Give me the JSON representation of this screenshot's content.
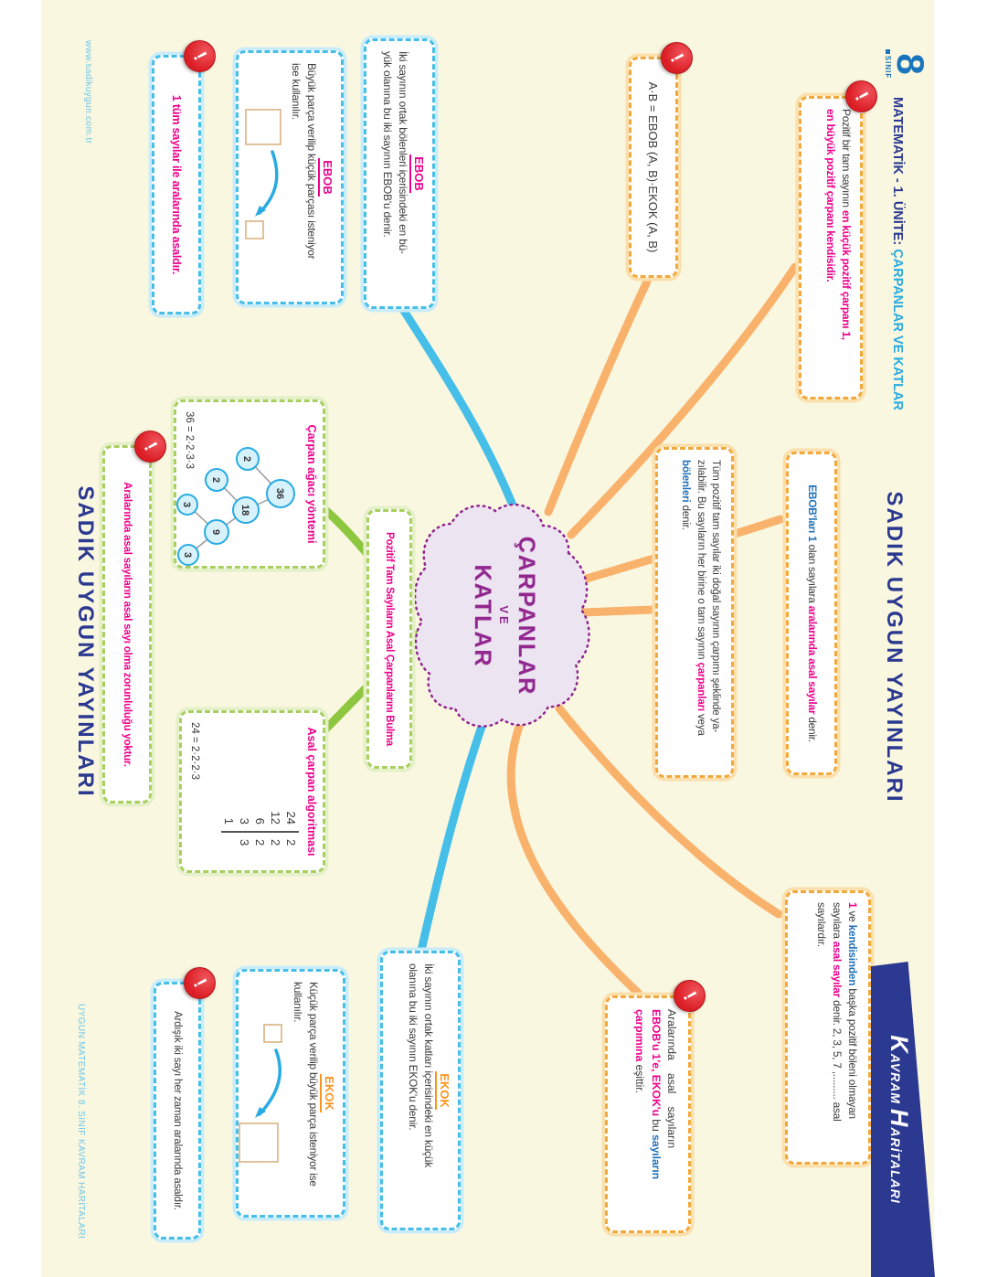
{
  "header": {
    "grade": "8",
    "grade_label": "SINIF",
    "course_unit": "MATEMATİK - 1. ÜNİTE: ",
    "unit_title": "ÇARPANLAR VE KATLAR"
  },
  "branding": {
    "publisher": "SADIK UYGUN YAYINLARI",
    "website": "www.sadikuygun.com.tr",
    "footer_credit": "UYGUN MATEMATİK 8. SINIF KAVRAM HARİTALARI",
    "ribbon_k": "K",
    "ribbon_avram": "AVRAM ",
    "ribbon_h": "H",
    "ribbon_aritalari": "ARİTALARI"
  },
  "center_topic": {
    "line1": "ÇARPANLAR",
    "line2": "VE",
    "line3": "KATLAR"
  },
  "boxes": {
    "carpan_kural": {
      "lines": [
        [
          [
            "k",
            "Pozitif bir tam sayının "
          ],
          [
            "m",
            "en küçük pozitif çarpanı 1,"
          ]
        ],
        [
          [
            "m",
            "en büyük pozitif çarpanı kendisidir."
          ]
        ]
      ]
    },
    "ebob_ekok_formul": {
      "text": "A·B = EBOB (A, B)·EKOK (A, B)"
    },
    "aralarinda_asal_tanim": {
      "lines": [
        [
          [
            "b",
            "EBOB'ları 1 "
          ],
          [
            "k",
            "olan sayılara "
          ],
          [
            "m",
            "aralarında asal sayılar "
          ],
          [
            "k",
            "denir."
          ]
        ]
      ]
    },
    "carpan_bolen_tanim": {
      "lines": [
        [
          [
            "k",
            "Tüm pozitif tam sayılar iki doğal sayının çarpımı şeklinde ya-"
          ]
        ],
        [
          [
            "k",
            "zılabilir. Bu sayıların her birine o tam sayının "
          ],
          [
            "m",
            "çarpanları "
          ],
          [
            "k",
            "veya"
          ]
        ],
        [
          [
            "b",
            "bölenleri "
          ],
          [
            "k",
            "denir."
          ]
        ]
      ]
    },
    "asal_sayi_tanim": {
      "lines": [
        [
          [
            "m",
            "1 "
          ],
          [
            "k",
            "ve "
          ],
          [
            "b",
            "kendisinden "
          ],
          [
            "k",
            "başka pozitif böleni olmayan"
          ]
        ],
        [
          [
            "k",
            "sayılara "
          ],
          [
            "m",
            "asal sayılar "
          ],
          [
            "k",
            "denir. 2, 3, 5, 7 ,......... asal"
          ]
        ],
        [
          [
            "k",
            "sayılardır."
          ]
        ]
      ]
    },
    "aralarinda_asal_ebob_ekok": {
      "lines": [
        [
          [
            "k",
            "Aralarında asal sayıların"
          ]
        ],
        [
          [
            "m",
            "EBOB'u 1'e, EKOK'u "
          ],
          [
            "k",
            "bu "
          ],
          [
            "b",
            "sayıların"
          ]
        ],
        [
          [
            "m",
            "çarpımına "
          ],
          [
            "k",
            "eşittir."
          ]
        ]
      ]
    },
    "ebob_tanim": {
      "title": "EBOB",
      "lines": [
        [
          [
            "k",
            "İki sayının ortak bölenleri içerisindeki en bü-"
          ]
        ],
        [
          [
            "k",
            "yük olanına bu iki sayının EBOB'u denir."
          ]
        ]
      ]
    },
    "ebob_kullanim": {
      "title": "EBOB",
      "lines": [
        [
          [
            "k",
            "Büyük parça verilip küçük parçası isteniyor"
          ]
        ],
        [
          [
            "k",
            "ise kullanılır."
          ]
        ]
      ]
    },
    "ekok_tanim": {
      "title": "EKOK",
      "lines": [
        [
          [
            "k",
            "İki sayının ortak katları içerisindeki en küçük"
          ]
        ],
        [
          [
            "k",
            "olanına bu iki sayının EKOK'u denir."
          ]
        ]
      ]
    },
    "ekok_kullanim": {
      "title": "EKOK",
      "lines": [
        [
          [
            "k",
            "Küçük parça verilip büyük parça isteniyor ise"
          ]
        ],
        [
          [
            "k",
            "kullanılır."
          ]
        ]
      ]
    },
    "not_tum_sayilar": {
      "text": "1 tüm sayılar ile aralarında asaldır."
    },
    "not_ardisik": {
      "text": "Ardışık iki sayı her zaman aralarında asaldır."
    },
    "not_zorunluluk": {
      "text": "Aralarında asal sayıların asal sayı olma zorunluluğu yoktur."
    },
    "bulma_baslik": {
      "text": "Pozitif Tam Sayıların Asal Çarpanlarını Bulma"
    }
  },
  "factor_tree": {
    "title": "Çarpan ağacı yöntemi",
    "nodes": [
      "36",
      "2",
      "18",
      "2",
      "9",
      "3",
      "3"
    ],
    "equation": "36 = 2·2·3·3"
  },
  "prime_algorithm": {
    "title": "Asal çarpan algoritması",
    "rows": [
      [
        "24",
        "2"
      ],
      [
        "12",
        "2"
      ],
      [
        "6",
        "2"
      ],
      [
        "3",
        "3"
      ],
      [
        "1",
        ""
      ]
    ],
    "equation": "24 = 2·2·2·3"
  },
  "colors": {
    "cream_background": "#FAF7E0",
    "magenta_text": "#EC008C",
    "blue_text": "#2272B9",
    "orange_title": "#F7941D",
    "dark_blue": "#2B3990",
    "cyan": "#29ABE1",
    "branch_blue": "#45BEE8",
    "branch_orange": "#F9B26B",
    "branch_green": "#8DC63F",
    "warning_red": "#DC1E26"
  }
}
